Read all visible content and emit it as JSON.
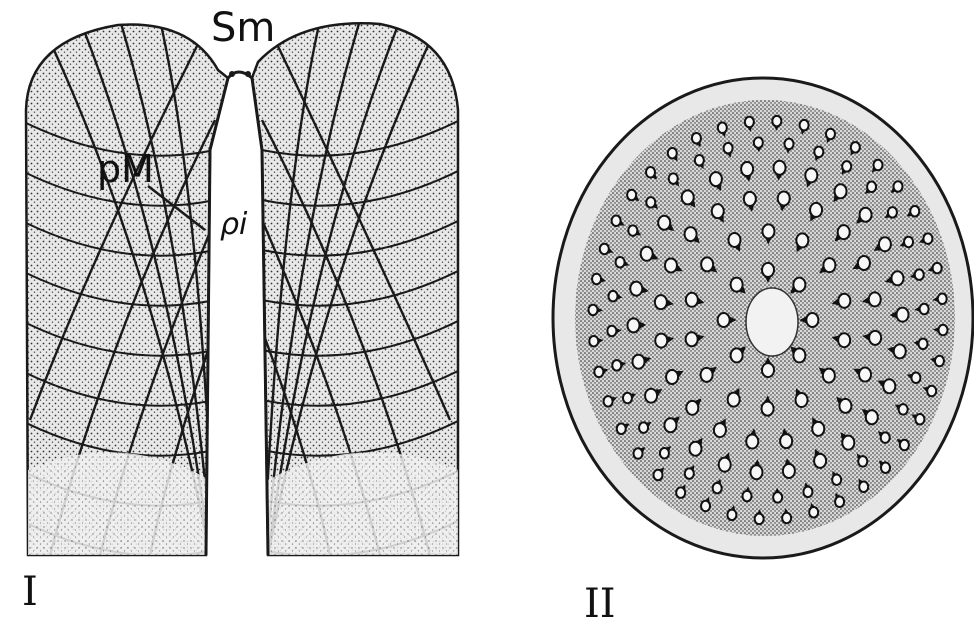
{
  "panel_i": {
    "roman_label": "I",
    "label_sm": "Sm",
    "label_pm": "pM",
    "label_ri": "ρi"
  },
  "panel_ii": {
    "roman_label": "II"
  },
  "colors": {
    "ink": "#1a1a1a",
    "paper": "#ffffff",
    "stipple_bg": "#e6e6e6"
  }
}
